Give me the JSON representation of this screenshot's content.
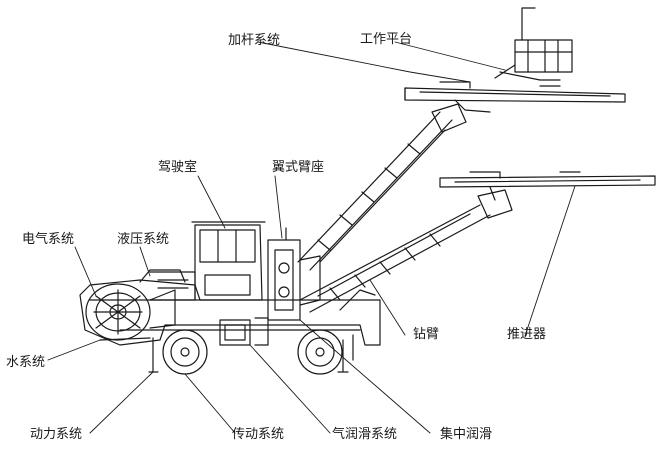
{
  "labels": {
    "rod_adding_system": "加杆系统",
    "work_platform": "工作平台",
    "cab": "驾驶室",
    "wing_arm_base": "翼式臂座",
    "electrical_system": "电气系统",
    "hydraulic_system": "液压系统",
    "water_system": "水系统",
    "drill_boom": "钻臂",
    "feeder": "推进器",
    "power_system": "动力系统",
    "transmission_system": "传动系统",
    "air_lubrication_system": "气润滑系统",
    "central_lubrication": "集中润滑"
  },
  "colors": {
    "line": "#1a1a1a",
    "text": "#1a1a1a",
    "background": "#ffffff"
  }
}
